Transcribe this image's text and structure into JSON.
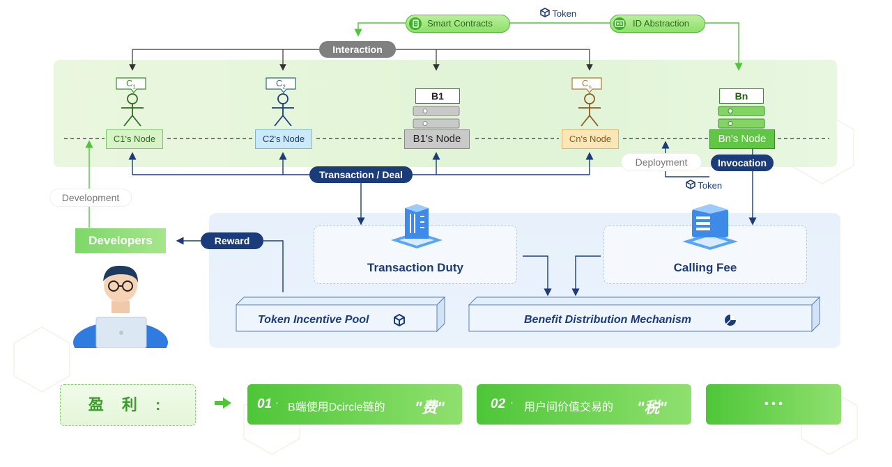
{
  "pills": {
    "smart_contracts": "Smart Contracts",
    "token_top": "Token",
    "id_abstraction": "ID Abstraction",
    "interaction": "Interaction",
    "transaction_deal": "Transaction / Deal",
    "deployment": "Deployment",
    "invocation": "Invocation",
    "token_mid": "Token",
    "development": "Development",
    "reward": "Reward"
  },
  "nodes": {
    "c1": {
      "badge_letter": "C",
      "badge_sub": "1",
      "label": "C1's Node"
    },
    "c2": {
      "badge_letter": "C",
      "badge_sub": "2",
      "label": "C2's Node"
    },
    "b1": {
      "badge": "B1",
      "label": "B1's Node"
    },
    "cn": {
      "badge_letter": "C",
      "badge_sub": "n",
      "label": "Cn's Node"
    },
    "bn": {
      "badge": "Bn",
      "label": "Bn's Node"
    }
  },
  "developers": {
    "label": "Developers"
  },
  "modules": {
    "transaction_duty": "Transaction Duty",
    "calling_fee": "Calling Fee",
    "token_incentive_pool": "Token Incentive Pool",
    "benefit_distribution": "Benefit Distribution Mechanism"
  },
  "profit": {
    "title": "盈 利 :",
    "items": [
      {
        "num": "01",
        "text": "B端使用Dcircle链的",
        "keyword": "\"费\""
      },
      {
        "num": "02",
        "text": "用户间价值交易的",
        "keyword": "\"税\""
      },
      {
        "text": "• • •"
      }
    ]
  },
  "colors": {
    "green_accent": "#4ec638",
    "navy": "#1b3c7a",
    "gray_pill": "#808080",
    "light_green_band": "#e1f4d6",
    "light_blue_panel": "#e8f1fb"
  }
}
